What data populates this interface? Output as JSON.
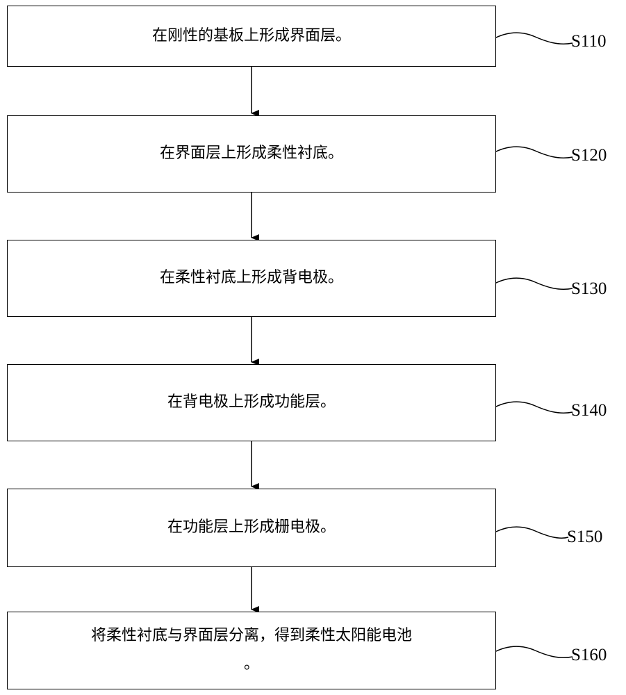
{
  "steps": [
    {
      "text": "在刚性的基板上形成界面层。",
      "label": "S110"
    },
    {
      "text": "在界面层上形成柔性衬底。",
      "label": "S120"
    },
    {
      "text": "在柔性衬底上形成背电极。",
      "label": "S130"
    },
    {
      "text": "在背电极上形成功能层。",
      "label": "S140"
    },
    {
      "text": "在功能层上形成栅电极。",
      "label": "S150"
    },
    {
      "text_line1": "将柔性衬底与界面层分离，得到柔性太阳能电池",
      "text_line2": "。",
      "label": "S160"
    }
  ]
}
